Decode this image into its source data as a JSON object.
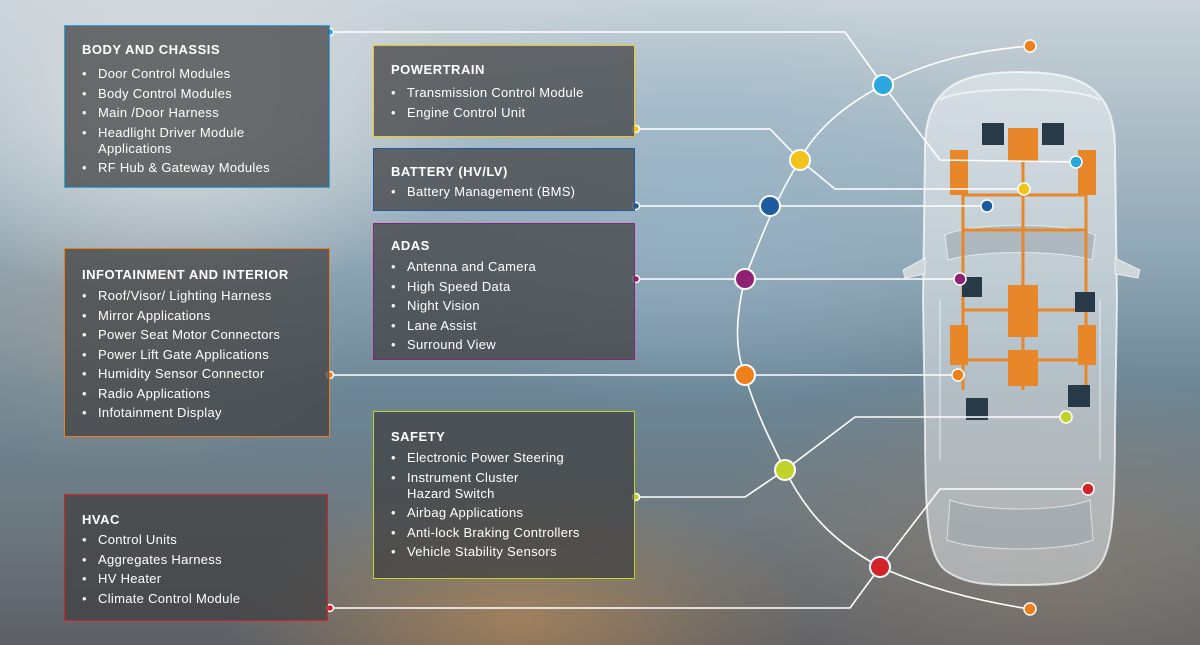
{
  "colors": {
    "body_chassis": "#2aa7df",
    "powertrain": "#f2c318",
    "battery": "#1d5aa0",
    "adas": "#8e2173",
    "infotainment": "#ef7f1a",
    "safety": "#c1d22b",
    "hvac": "#d2232a",
    "module": "#e8862a",
    "module_dark": "#283a47"
  },
  "panels": [
    {
      "id": "body_chassis",
      "title": "BODY AND CHASSIS",
      "items": [
        "Door Control Modules",
        "Body Control Modules",
        "Main /Door Harness",
        "Headlight Driver Module\nApplications",
        "RF Hub & Gateway Modules"
      ]
    },
    {
      "id": "powertrain",
      "title": "POWERTRAIN",
      "items": [
        "Transmission Control Module",
        "Engine Control Unit"
      ]
    },
    {
      "id": "battery",
      "title": "BATTERY (HV/LV)",
      "items": [
        "Battery Management (BMS)"
      ]
    },
    {
      "id": "adas",
      "title": "ADAS",
      "items": [
        "Antenna and Camera",
        "High Speed Data",
        "Night Vision",
        "Lane Assist",
        "Surround View"
      ]
    },
    {
      "id": "infotainment",
      "title": "INFOTAINMENT AND INTERIOR",
      "items": [
        "Roof/Visor/ Lighting Harness",
        "Mirror Applications",
        "Power Seat Motor Connectors",
        "Power Lift Gate Applications",
        "Humidity Sensor Connector",
        "Radio Applications",
        "Infotainment Display"
      ]
    },
    {
      "id": "safety",
      "title": "SAFETY",
      "items": [
        "Electronic Power Steering",
        "Instrument Cluster\nHazard Switch",
        "Airbag Applications",
        "Anti-lock Braking Controllers",
        "Vehicle Stability Sensors"
      ]
    },
    {
      "id": "hvac",
      "title": "HVAC",
      "items": [
        "Control Units",
        "Aggregates Harness",
        "HV Heater",
        "Climate Control Module"
      ]
    }
  ]
}
